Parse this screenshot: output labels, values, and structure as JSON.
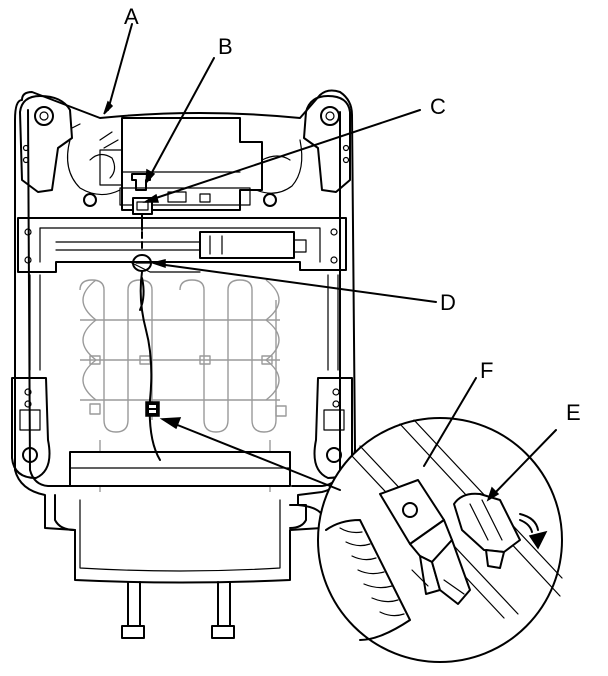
{
  "callouts": {
    "a": "A",
    "b": "B",
    "c": "C",
    "d": "D",
    "e": "E",
    "f": "F"
  },
  "colors": {
    "line": "#000000",
    "background": "#ffffff",
    "hidden_lines": "#9a9a9a"
  }
}
